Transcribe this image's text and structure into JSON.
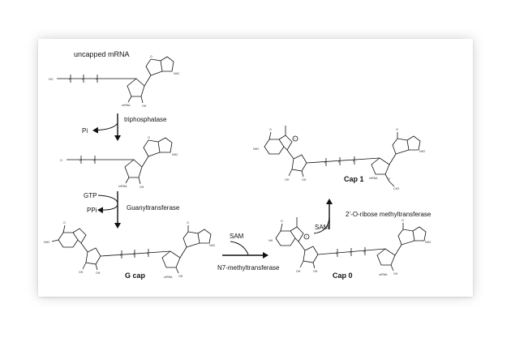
{
  "labels": {
    "uncapped": "uncapped mRNA",
    "triphosphatase": "triphosphatase",
    "pi": "Pi",
    "gtp": "GTP",
    "ppi": "PPi",
    "guanyl": "Guanyltransferase",
    "gcap": "G cap",
    "sam1": "SAM",
    "n7": "N7-methyltransferase",
    "cap0": "Cap 0",
    "sam2": "SAM",
    "riboseMT": "2’-O-ribose methyltransferase",
    "cap1": "Cap 1"
  },
  "atoms": {
    "mrna": "mRNA",
    "oh": "OH",
    "nh2": "NH2",
    "nh": "NH",
    "n": "N",
    "o": "O",
    "p": "P",
    "ho": "HO",
    "ch3": "CH3",
    "plus": "+"
  },
  "colors": {
    "ink": "#111111",
    "shadow": "#cfcfcf"
  }
}
